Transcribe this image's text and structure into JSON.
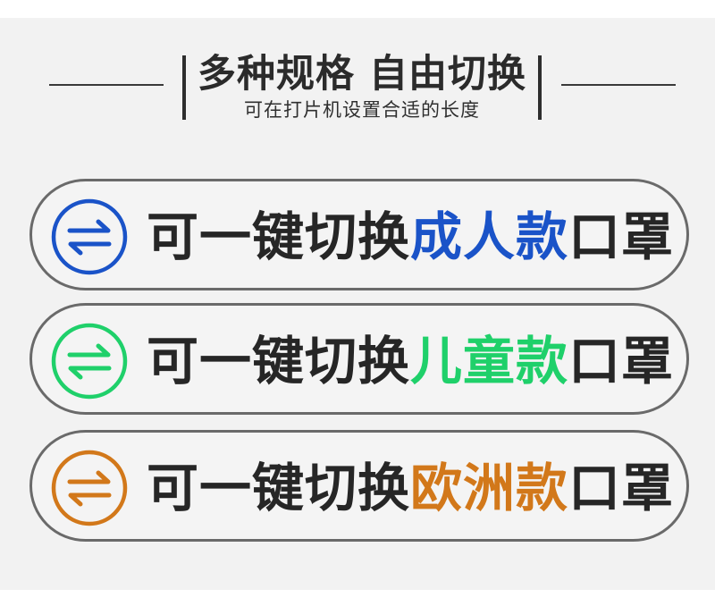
{
  "header": {
    "title": "多种规格 自由切换",
    "subtitle": "可在打片机设置合适的长度"
  },
  "options": [
    {
      "prefix": "可一键切换",
      "highlight": "成人款",
      "suffix": "口罩",
      "color": "#1a53c8",
      "icon": "swap-arrows-icon"
    },
    {
      "prefix": "可一键切换",
      "highlight": "儿童款",
      "suffix": "口罩",
      "color": "#1fd06a",
      "icon": "swap-arrows-icon"
    },
    {
      "prefix": "可一键切换",
      "highlight": "欧洲款",
      "suffix": "口罩",
      "color": "#d2781a",
      "icon": "swap-arrows-icon"
    }
  ]
}
